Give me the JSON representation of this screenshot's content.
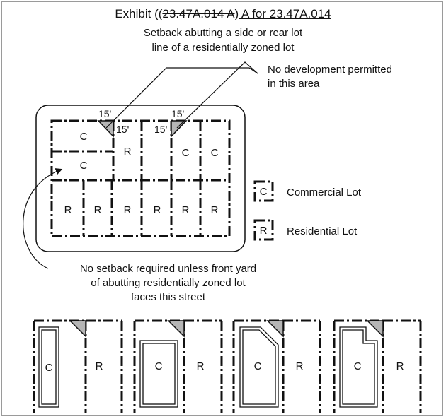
{
  "exhibit": {
    "title_prefix": "Exhibit ((",
    "title_struck": "23.47A.014 A",
    "title_closing": ")",
    "title_suffix": " A for 23.47A.014",
    "subtitle_line1": "Setback abutting a side or rear lot",
    "subtitle_line2": "line of a residentially zoned lot"
  },
  "callouts": {
    "no_development_line1": "No development permitted",
    "no_development_line2": "in this area",
    "no_setback_line1": "No setback required unless front yard",
    "no_setback_line2": "of abutting residentially zoned lot",
    "no_setback_line3": "faces this street"
  },
  "legend": {
    "commercial_symbol": "C",
    "commercial_label": "Commercial Lot",
    "residential_symbol": "R",
    "residential_label": "Residential Lot"
  },
  "block": {
    "setback_label": "15'",
    "top_row_lots": [
      "C",
      "R",
      "C",
      "C"
    ],
    "lower_left_lot": "C",
    "bottom_row_lots": [
      "R",
      "R",
      "R",
      "R",
      "R",
      "R"
    ]
  },
  "examples": [
    {
      "commercial": "C",
      "residential": "R"
    },
    {
      "commercial": "C",
      "residential": "R"
    },
    {
      "commercial": "C",
      "residential": "R"
    },
    {
      "commercial": "C",
      "residential": "R"
    }
  ],
  "colors": {
    "line": "#111111",
    "setback_fill": "#b5b5b5",
    "frame": "#9a9a9a"
  }
}
